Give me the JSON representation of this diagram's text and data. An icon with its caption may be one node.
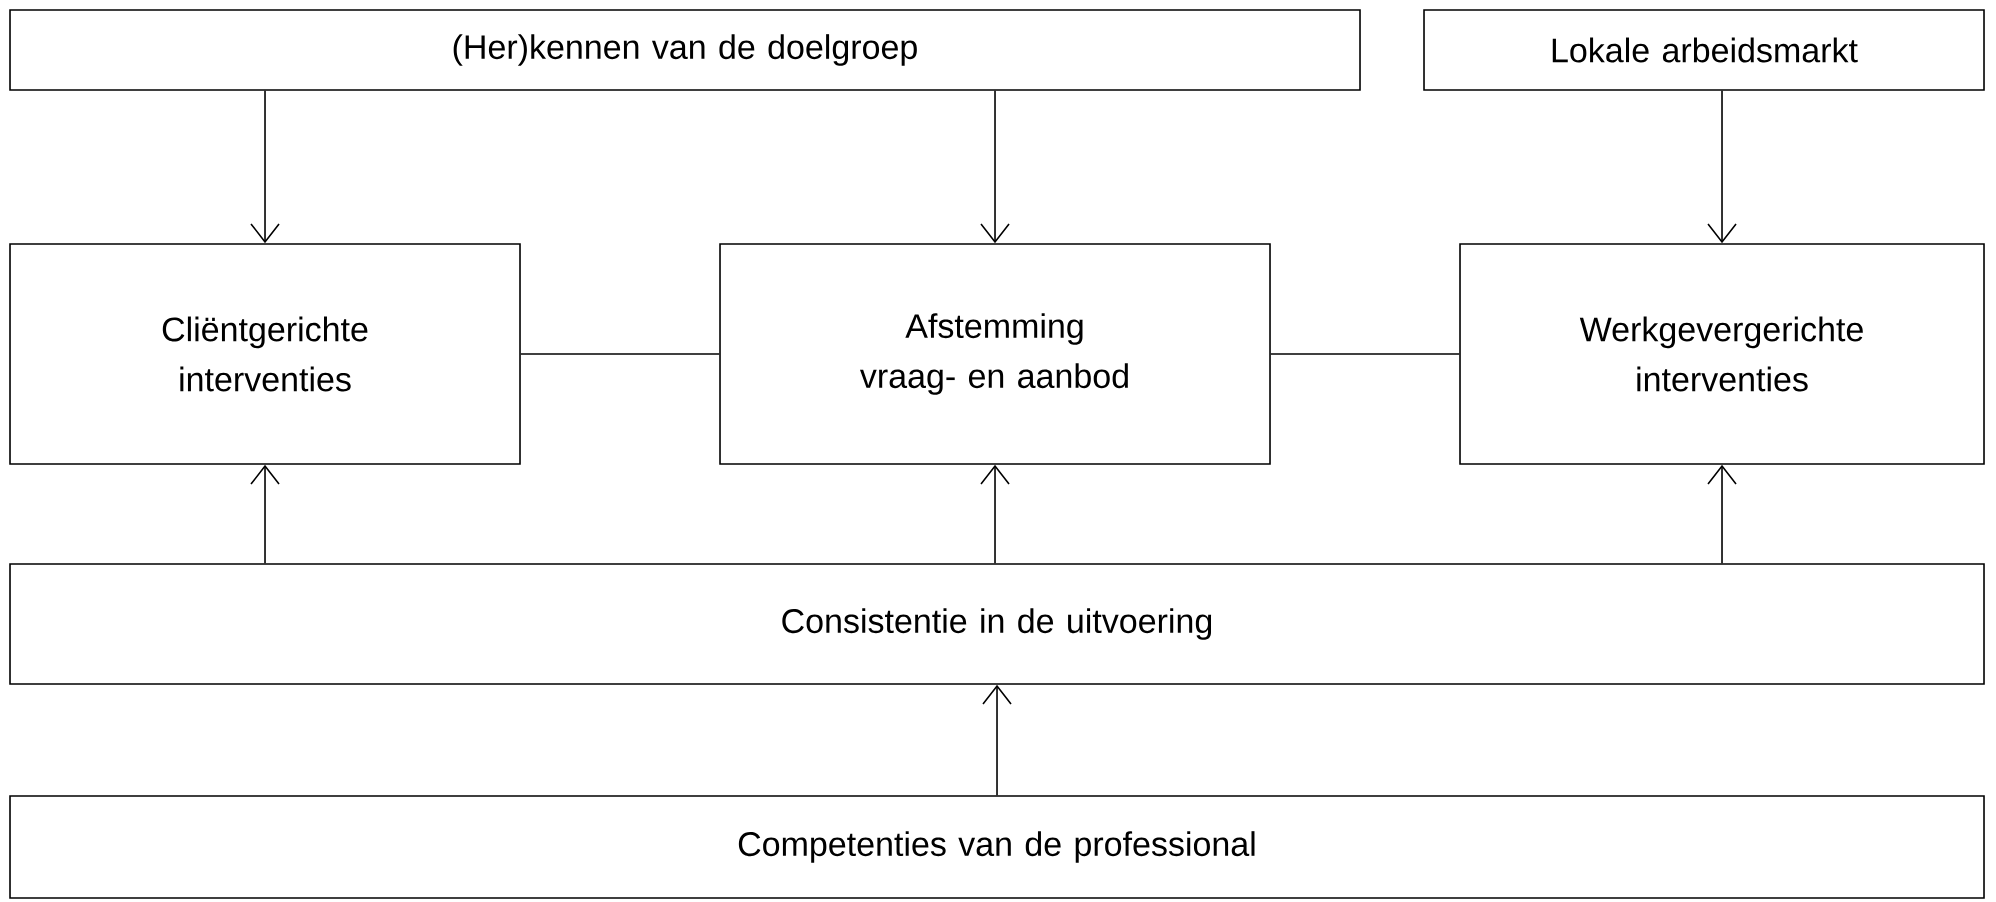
{
  "diagram": {
    "nodes": [
      {
        "text": [
          "(Her)kennen van de doelgroep"
        ]
      },
      {
        "text": [
          "Lokale arbeidsmarkt"
        ]
      },
      {
        "text": [
          "Cliëntgerichte interventies"
        ]
      },
      {
        "text": [
          "Afstemming vraag- en aanbod"
        ]
      },
      {
        "text": [
          "Werkgevergerichte interventies"
        ]
      },
      {
        "text": [
          "Consistentie in de uitvoering"
        ]
      },
      {
        "text": [
          "Competenties van de professional"
        ]
      }
    ],
    "edges": [
      {
        "from": 0,
        "to": 2,
        "arrow": "to"
      },
      {
        "from": 0,
        "to": 3,
        "arrow": "to"
      },
      {
        "from": 1,
        "to": 4,
        "arrow": "to"
      },
      {
        "from": 2,
        "to": 3,
        "arrow": "none"
      },
      {
        "from": 3,
        "to": 4,
        "arrow": "none"
      },
      {
        "from": 5,
        "to": 2,
        "arrow": "to"
      },
      {
        "from": 5,
        "to": 3,
        "arrow": "to"
      },
      {
        "from": 5,
        "to": 4,
        "arrow": "to"
      },
      {
        "from": 6,
        "to": 5,
        "arrow": "to"
      }
    ]
  }
}
